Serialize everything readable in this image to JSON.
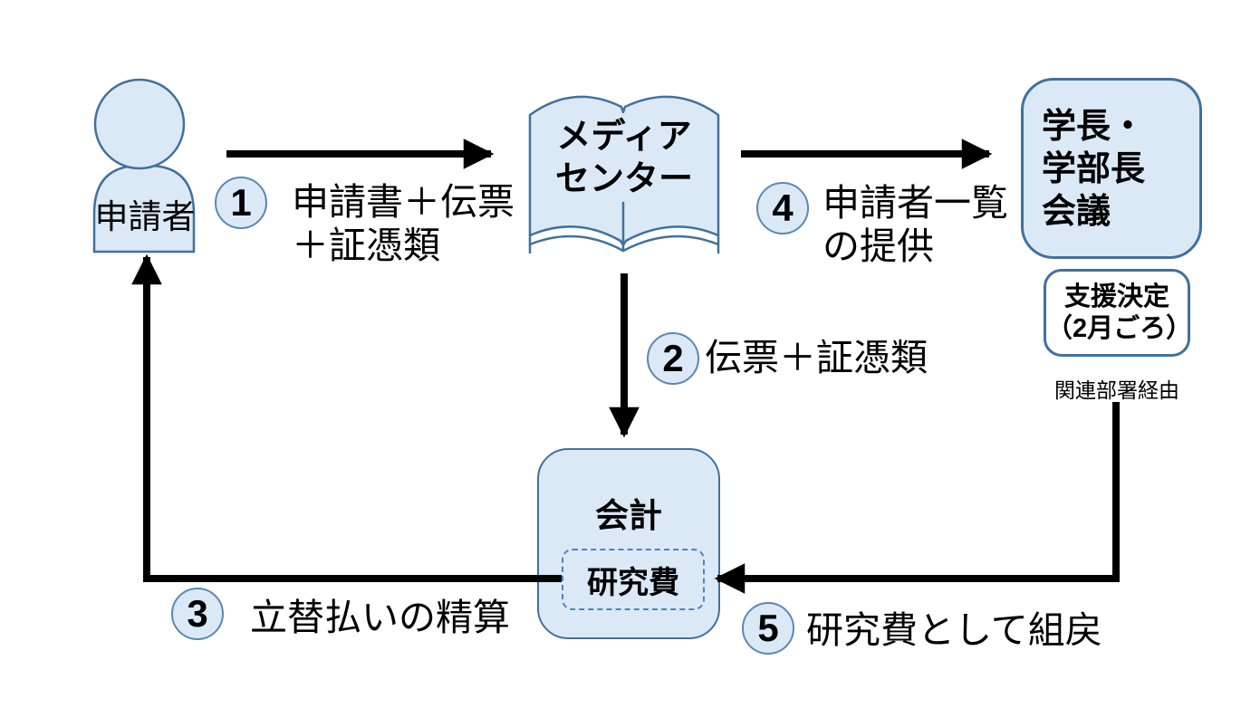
{
  "nodes": {
    "applicant": {
      "label": "申請者"
    },
    "media_center": {
      "line1": "メディア",
      "line2": "センター"
    },
    "council": {
      "line1": "学長・",
      "line2": "学部長",
      "line3": "会議"
    },
    "decision": {
      "line1": "支援決定",
      "line2": "（2月ごろ）",
      "note": "関連部署経由"
    },
    "accounting": {
      "label": "会計"
    },
    "research_fund": {
      "label": "研究費"
    }
  },
  "steps": {
    "s1": {
      "num": "1",
      "line1": "申請書＋伝票",
      "line2": "＋証憑類"
    },
    "s2": {
      "num": "2",
      "line1": "伝票＋証憑類"
    },
    "s3": {
      "num": "3",
      "line1": "立替払いの精算"
    },
    "s4": {
      "num": "4",
      "line1": "申請者一覧",
      "line2": "の提供"
    },
    "s5": {
      "num": "5",
      "line1": "研究費として組戻"
    }
  },
  "colors": {
    "node_fill": "#dbe9f7",
    "node_border": "#41719c",
    "badge_border": "#5b87b5",
    "dashed_border": "#4f81bd",
    "arrow": "#000000",
    "text": "#000000",
    "background": "#ffffff"
  }
}
